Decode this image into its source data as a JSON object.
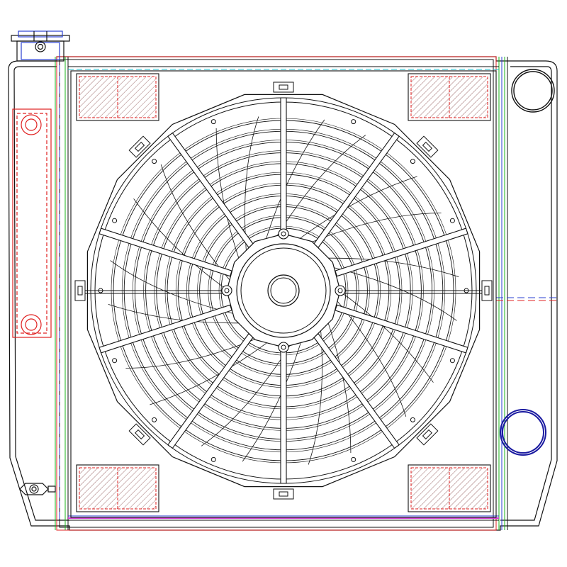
{
  "diagram": {
    "subject": "radiator-with-electric-fan-shroud",
    "fan": {
      "blade_count": 10,
      "guard_ring_count": 11,
      "mount_bolt_count": 4
    },
    "corner_pads": [
      "top-left",
      "top-right",
      "bottom-left",
      "bottom-right"
    ],
    "fittings": {
      "filler_neck": "top-left",
      "drain_petcock": "bottom-left",
      "inlet_port": "top-right",
      "outlet_port": "bottom-right",
      "side_bracket": "left"
    },
    "colors": {
      "line": "#111111",
      "red": "#e02020",
      "green": "#19b319",
      "blue": "#2a3fd0",
      "magenta": "#d43ad4",
      "cyan": "#18b8c8",
      "outlet": "#1a1aa0",
      "pad_hatch": "#b08080"
    }
  }
}
